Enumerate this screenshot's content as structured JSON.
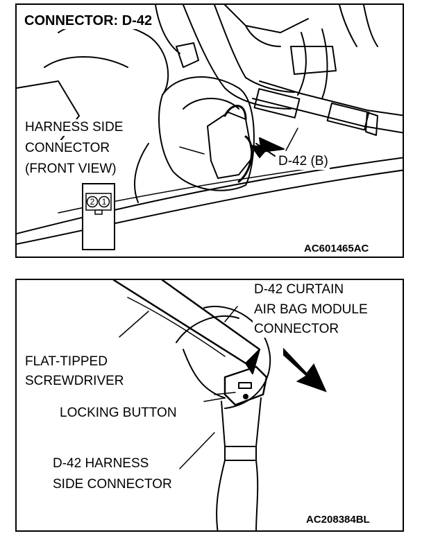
{
  "top_panel": {
    "title": "CONNECTOR: D-42",
    "harness_label": [
      "HARNESS SIDE",
      "CONNECTOR",
      "(FRONT VIEW)"
    ],
    "connector_callout": "D-42 (B)",
    "pins": [
      "2",
      "1"
    ],
    "figure_code": "AC601465AC"
  },
  "bottom_panel": {
    "module_label": [
      "D-42 CURTAIN",
      "AIR BAG MODULE",
      "CONNECTOR"
    ],
    "screwdriver_label": [
      "FLAT-TIPPED",
      "SCREWDRIVER"
    ],
    "locking_label": "LOCKING BUTTON",
    "harness_label": [
      "D-42 HARNESS",
      "SIDE CONNECTOR"
    ],
    "figure_code": "AC208384BL"
  }
}
